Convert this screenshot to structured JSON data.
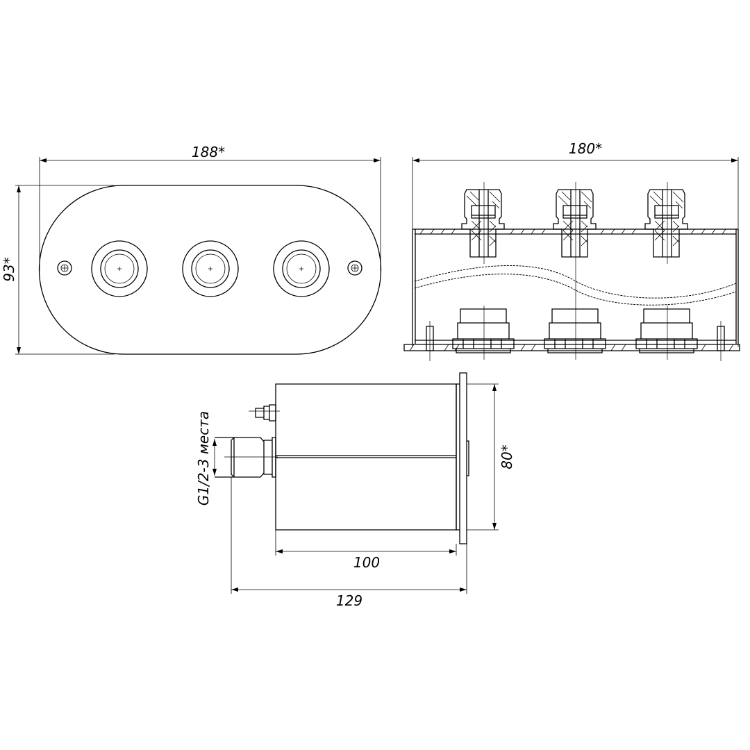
{
  "drawing": {
    "front_view": {
      "width_dim": "188*",
      "height_dim": "93*"
    },
    "side_view": {
      "width_dim": "180*"
    },
    "bottom_view": {
      "height_dim": "80*",
      "body_length_dim": "100",
      "total_length_dim": "129",
      "thread_note": "G1/2-3 места"
    }
  }
}
